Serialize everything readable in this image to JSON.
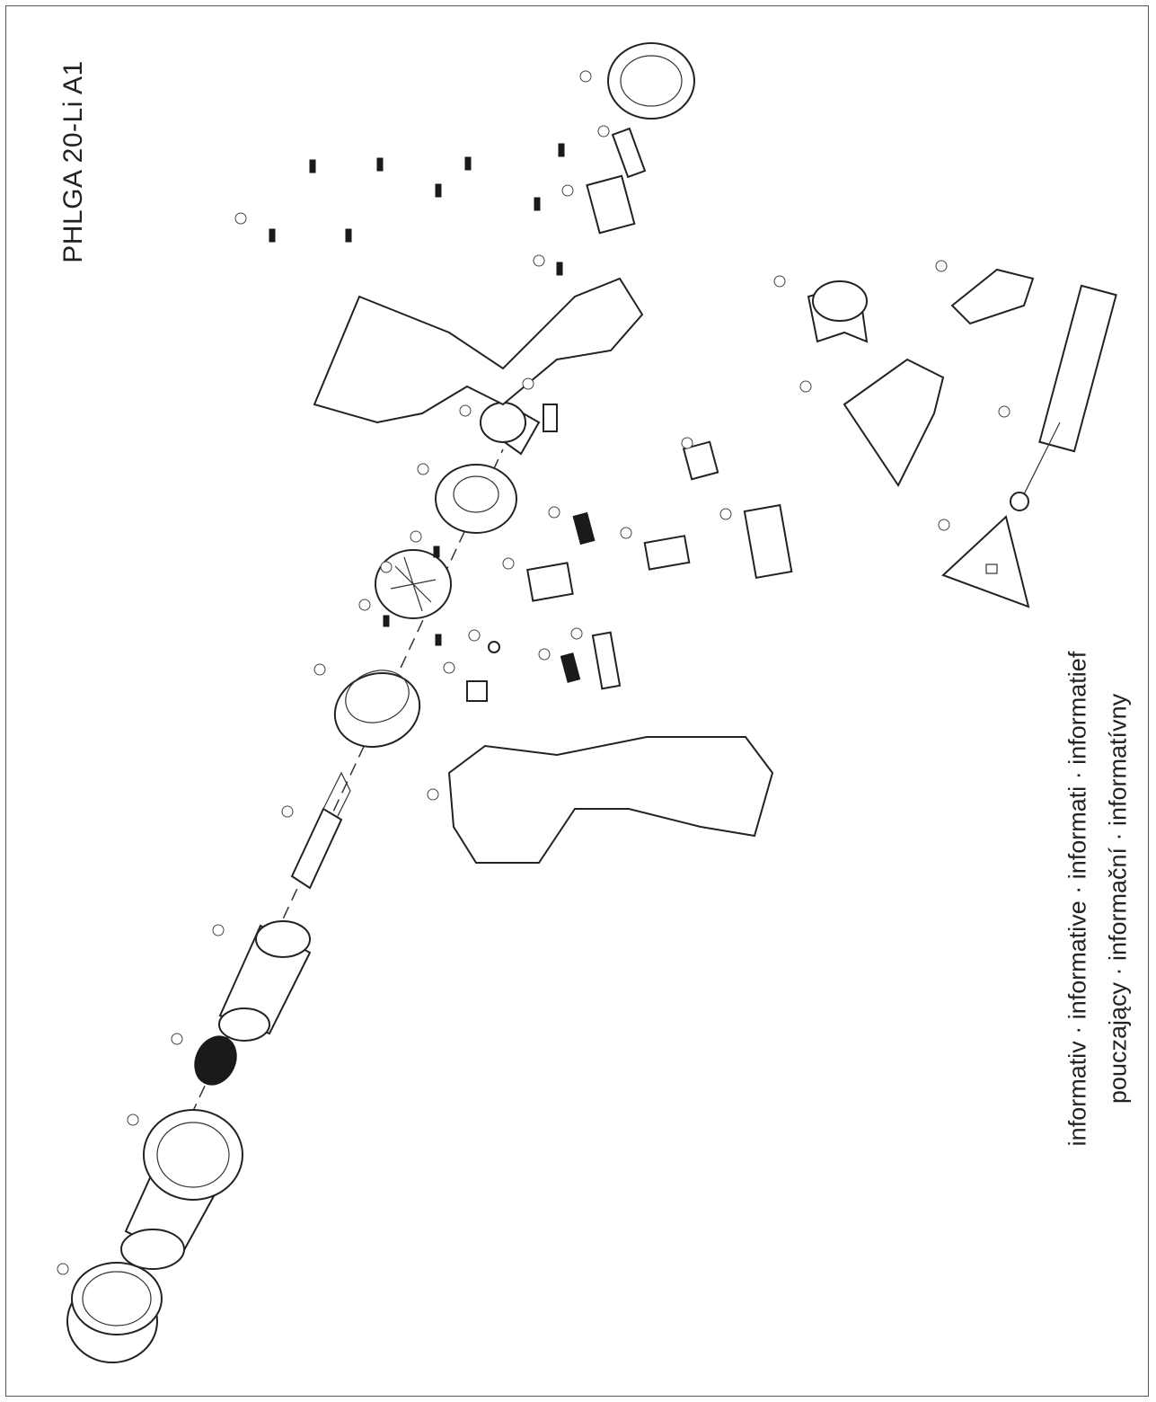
{
  "title": "PHLGA 20-Li A1",
  "caption": {
    "line1": "informativ · informative · informati · informatief",
    "line2": "pouczający · informační · informatívny"
  }
}
